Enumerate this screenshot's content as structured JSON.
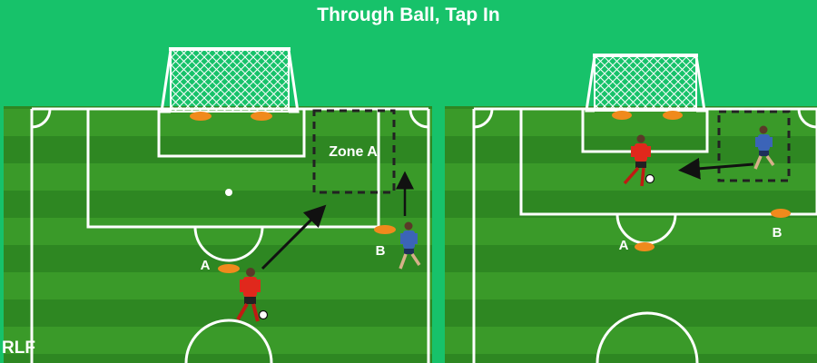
{
  "title": "Through Ball, Tap In",
  "left_panel": {
    "zone_label": "Zone A",
    "player_a_label": "A",
    "player_b_label": "B"
  },
  "right_panel": {
    "player_a_label": "A",
    "player_b_label": "B"
  },
  "watermark": "RLF",
  "colors": {
    "background": "#17c26a",
    "grass_dark": "#2f8a22",
    "grass_light": "#3f9e2c",
    "cone": "#f08a1c",
    "red_kit": "#e0281c",
    "blue_kit": "#3b64b8",
    "arrow": "#111111"
  }
}
